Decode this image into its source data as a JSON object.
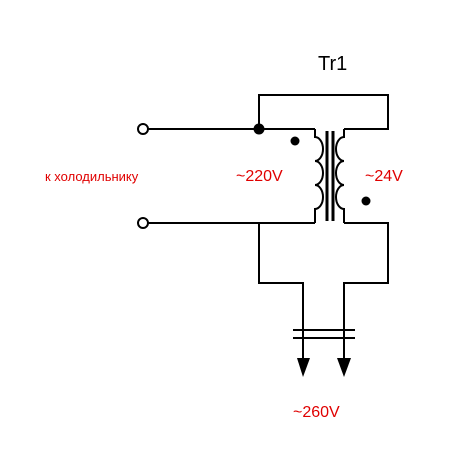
{
  "diagram": {
    "title": "Tr1",
    "input_label": "к холодильнику",
    "primary_voltage": "~220V",
    "secondary_voltage": "~24V",
    "output_voltage": "~260V"
  },
  "colors": {
    "wire": "#000000",
    "label_red": "#e00000",
    "background": "#ffffff"
  }
}
